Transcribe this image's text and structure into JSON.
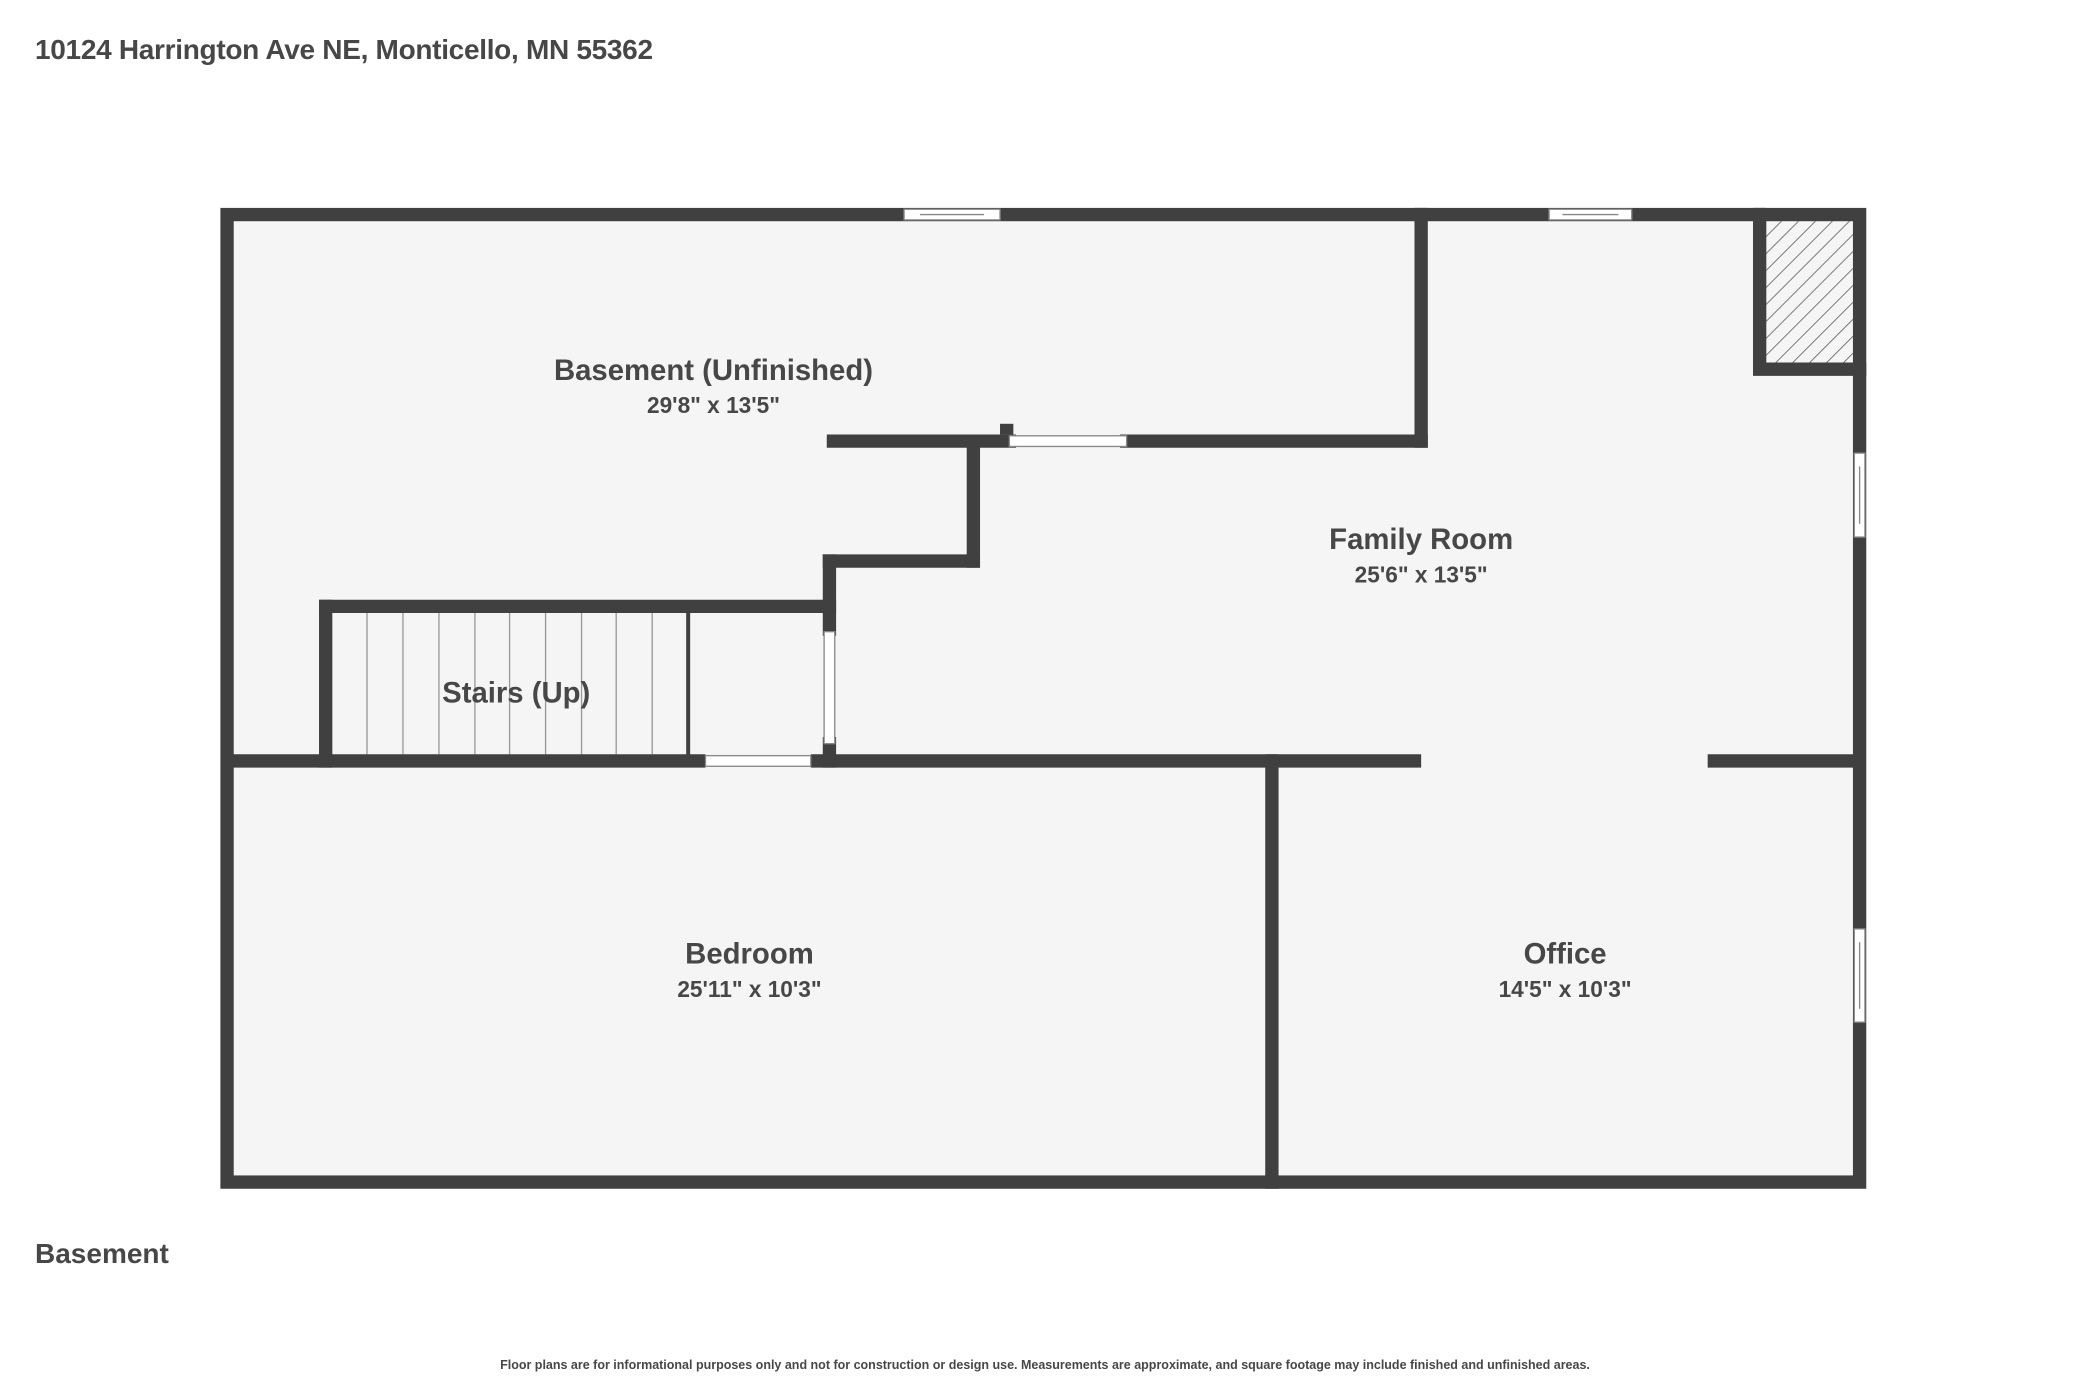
{
  "address": "10124 Harrington Ave NE, Monticello, MN 55362",
  "floor_label": "Basement",
  "disclaimer": "Floor plans are for informational purposes only and not for construction or design use. Measurements are approximate, and square footage may include finished and unfinished areas.",
  "rooms": [
    {
      "name": "Basement (Unfinished)",
      "dims": "29'8\" x 13'5\""
    },
    {
      "name": "Family Room",
      "dims": "25'6\" x 13'5\""
    },
    {
      "name": "Stairs (Up)"
    },
    {
      "name": "Bedroom",
      "dims": "25'11\" x 10'3\""
    },
    {
      "name": "Office",
      "dims": "14'5\" x 10'3\""
    }
  ],
  "colors": {
    "wall": "#404040",
    "floor": "#f5f5f5",
    "text": "#474747"
  }
}
